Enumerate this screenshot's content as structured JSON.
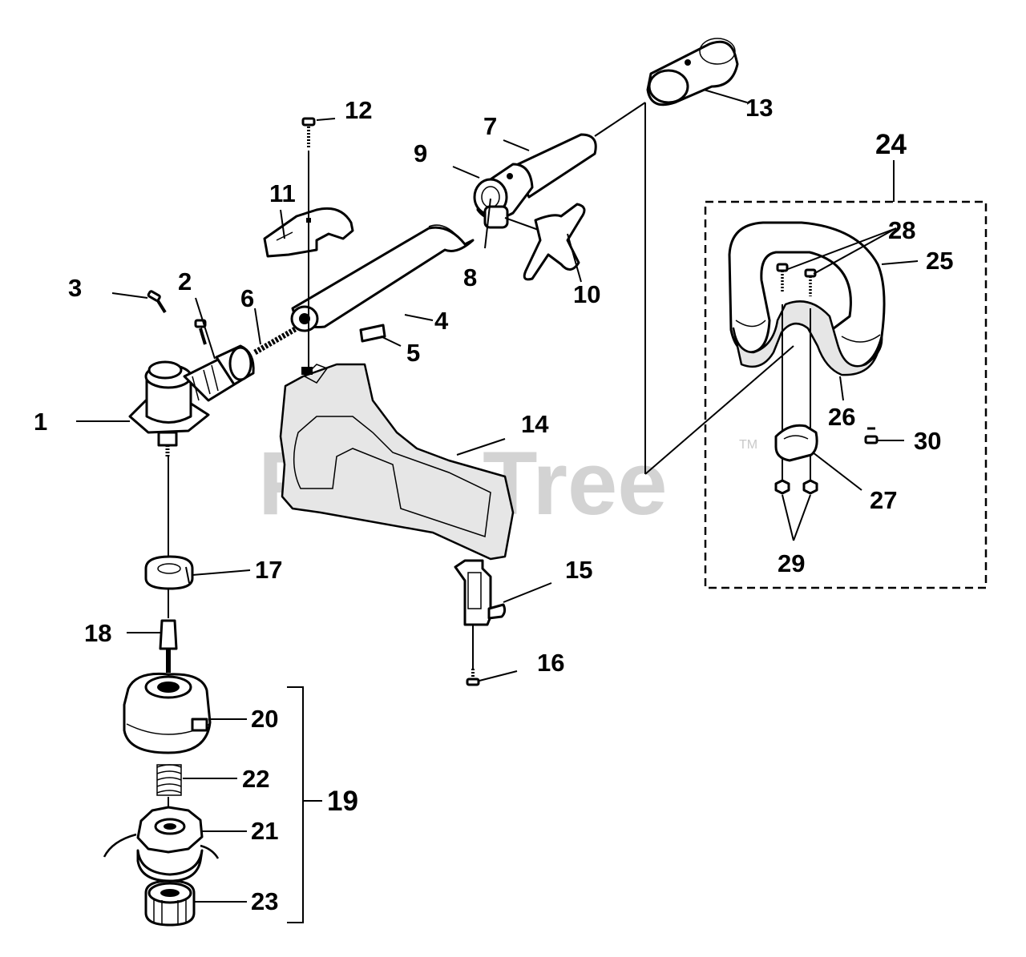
{
  "watermark": {
    "brand": "PartsTree",
    "trademark": "TM"
  },
  "callouts": {
    "c1": "1",
    "c2": "2",
    "c3": "3",
    "c4": "4",
    "c5": "5",
    "c6": "6",
    "c7": "7",
    "c8": "8",
    "c9": "9",
    "c10": "10",
    "c11": "11",
    "c12": "12",
    "c13": "13",
    "c14": "14",
    "c15": "15",
    "c16": "16",
    "c17": "17",
    "c18": "18",
    "c19": "19",
    "c20": "20",
    "c21": "21",
    "c22": "22",
    "c23": "23",
    "c24": "24",
    "c25": "25",
    "c26": "26",
    "c27": "27",
    "c28": "28",
    "c29": "29",
    "c30": "30"
  }
}
